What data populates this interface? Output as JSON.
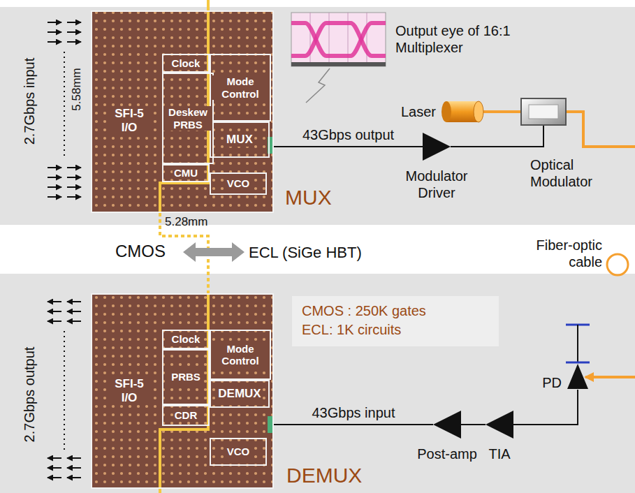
{
  "diagram": {
    "nodes": [
      {
        "text": [
          "SFI-5 I/O"
        ]
      },
      {
        "text": [
          "Clock"
        ],
        "in": 0
      },
      {
        "text": [
          "Mode Control"
        ],
        "in": 0
      },
      {
        "text": [
          "Deskew PRBS"
        ],
        "in": 0
      },
      {
        "text": [
          "MUX"
        ],
        "in": 0
      },
      {
        "text": [
          "CMU"
        ],
        "in": 0
      },
      {
        "text": [
          "VCO"
        ],
        "in": 0
      },
      {
        "text": [
          "Modulator Driver"
        ]
      },
      {
        "text": [
          "Laser"
        ]
      },
      {
        "text": [
          "Optical Modulator"
        ]
      },
      {
        "text": [
          "SFI-5 I/O"
        ]
      },
      {
        "text": [
          "Clock"
        ],
        "in": 10
      },
      {
        "text": [
          "Mode Control"
        ],
        "in": 10
      },
      {
        "text": [
          "PRBS"
        ],
        "in": 10
      },
      {
        "text": [
          "DEMUX"
        ],
        "in": 10
      },
      {
        "text": [
          "CDR"
        ],
        "in": 10
      },
      {
        "text": [
          "VCO"
        ],
        "in": 10
      },
      {
        "text": [
          "Post-amp"
        ]
      },
      {
        "text": [
          "TIA"
        ]
      },
      {
        "text": [
          "PD"
        ]
      },
      {
        "text": [
          "CMOS : 250K gates",
          "ECL: 1K circuits"
        ]
      },
      {
        "text": [
          "Output eye of 16:1 Multiplexer"
        ]
      },
      {
        "text": [
          "Fiber-optic cable"
        ]
      }
    ],
    "edges": [
      {
        "from": 0,
        "to": 7,
        "label": "43Gbps output",
        "arrow": "none"
      },
      {
        "from": 8,
        "to": 9,
        "arrow": "none"
      },
      {
        "from": 7,
        "to": 9,
        "arrow": "none"
      },
      {
        "from": 19,
        "to": 18,
        "arrow": "none"
      },
      {
        "from": 18,
        "to": 17,
        "arrow": "none"
      },
      {
        "from": 17,
        "to": 10,
        "label": "43Gbps input",
        "arrow": "none"
      }
    ],
    "labels": [
      "2.7Gbps input",
      "5.58mm",
      "5.28mm",
      "MUX",
      "CMOS",
      "ECL (SiGe HBT)",
      "2.7Gbps output",
      "DEMUX"
    ]
  }
}
